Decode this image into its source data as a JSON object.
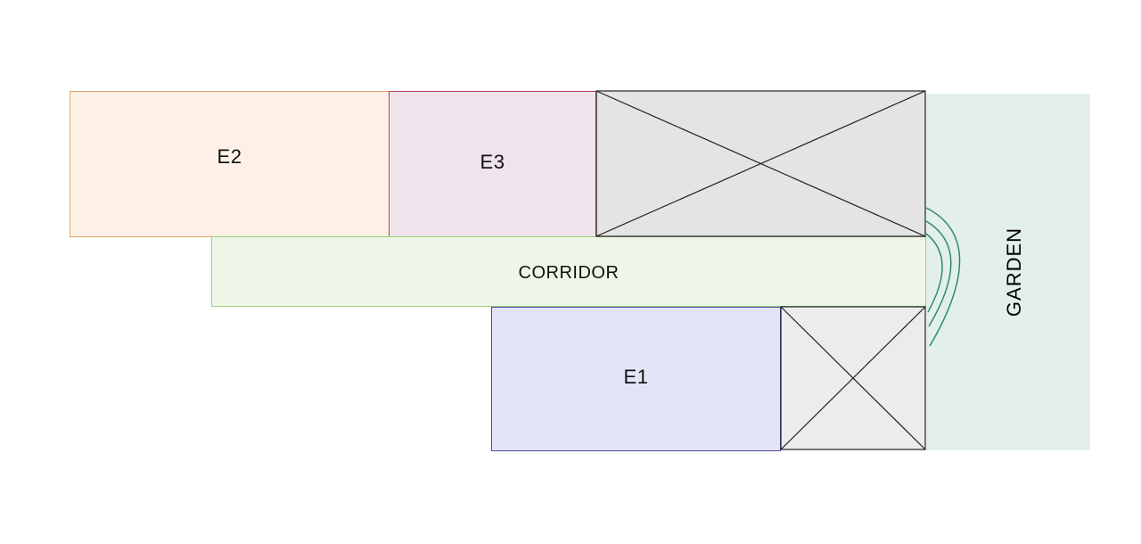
{
  "rooms": {
    "e2": "E2",
    "e3": "E3",
    "corridor": "CORRIDOR",
    "e1": "E1",
    "garden": "GARDEN"
  },
  "colors": {
    "e2_fill": "#fdf1e7",
    "e2_stroke": "#e5a264",
    "e3_fill": "#f0e4ec",
    "e3_stroke": "#b8405a",
    "corridor_fill": "#eff6e8",
    "corridor_stroke": "#9ad07c",
    "e1_fill": "#e3e4f7",
    "e1_stroke": "#4b4aa0",
    "unused_fill": "#e4e4e4",
    "garden_fill": "#e3efec",
    "door_arc": "#2e8a6e"
  },
  "icons": [
    "crossed-box-icon",
    "door-swing-icon"
  ]
}
